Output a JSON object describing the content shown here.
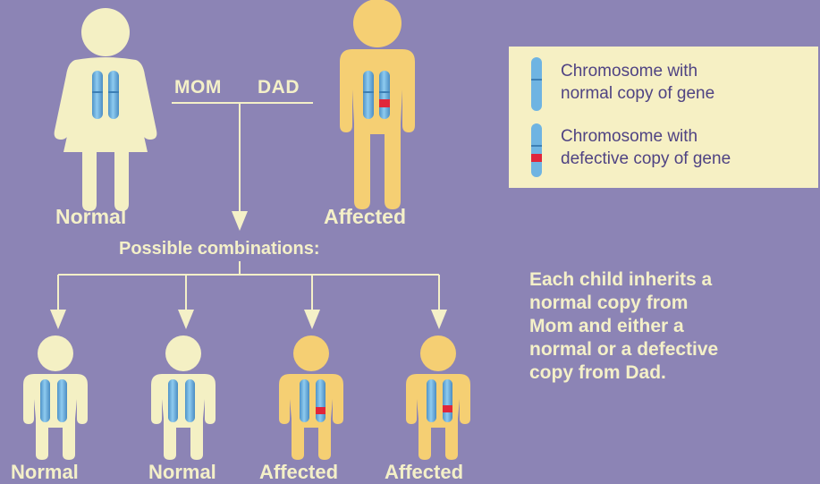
{
  "mom": {
    "relation": "MOM",
    "status": "Normal"
  },
  "dad": {
    "relation": "DAD",
    "status": "Affected"
  },
  "combinations_title": "Possible combinations:",
  "children": [
    {
      "status": "Normal"
    },
    {
      "status": "Normal"
    },
    {
      "status": "Affected"
    },
    {
      "status": "Affected"
    }
  ],
  "legend": {
    "normal_line1": "Chromosome with",
    "normal_line2": "normal copy of gene",
    "defective_line1": "Chromosome with",
    "defective_line2": "defective copy of gene"
  },
  "note": {
    "lines": [
      "Each child inherits a",
      "normal copy from",
      "Mom and either a",
      "normal or a defective",
      "copy from Dad."
    ]
  },
  "colors": {
    "background": "#8c84b5",
    "normal_figure": "#f4f0c4",
    "affected_figure": "#f5cf73",
    "chromosome": "#6fb4e2",
    "defect": "#e0263b",
    "line": "#f4f0c8",
    "legend_text": "#4f4383"
  }
}
